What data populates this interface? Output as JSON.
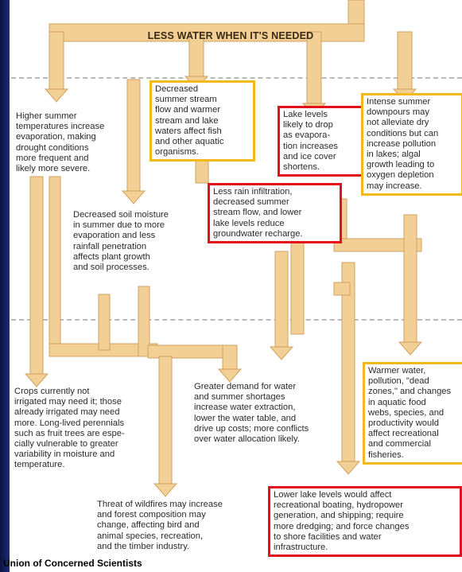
{
  "banner": "LESS WATER WHEN IT'S NEEDED",
  "boxes": {
    "higher_temps": "Higher summer\ntemperatures increase\nevaporation, making\ndrought conditions\nmore frequent and\nlikely more severe.",
    "stream_flow": "Decreased\nsummer stream\nflow and warmer\nstream and lake\nwaters affect fish\nand other aquatic\norganisms.",
    "lake_levels": "Lake levels\nlikely to drop\nas evapora-\ntion increases\nand ice cover\nshortens.",
    "downpours": "Intense summer\ndownpours may\nnot alleviate dry\nconditions but can\nincrease pollution\nin lakes; algal\ngrowth leading to\noxygen depletion\nmay increase.",
    "infiltration": "Less rain infiltration,\ndecreased summer\nstream flow, and lower\nlake levels reduce\ngroundwater recharge.",
    "soil_moisture": "Decreased soil moisture\nin summer due to more\nevaporation and less\nrainfall penetration\naffects plant growth\nand soil processes.",
    "warmer_water": "Warmer water,\npollution, \"dead\nzones,\" and changes\nin aquatic food\nwebs, species, and\nproductivity would\naffect recreational\nand commercial\nfisheries.",
    "crops": "Crops currently not\nirrigated may need it; those\nalready irrigated may need\nmore. Long-lived perennials\nsuch as fruit trees are espe-\ncially vulnerable to greater\nvariability in moisture and\ntemperature.",
    "water_demand": "Greater demand for water\nand summer shortages\nincrease water extraction,\nlower the water table, and\ndrive up costs; more conflicts\nover water allocation likely.",
    "wildfires": "Threat of wildfires may increase\nand forest composition may\nchange, affecting bird and\nanimal species, recreation,\nand the timber industry.",
    "lower_lake": "Lower lake levels would affect\nrecreational boating, hydropower\ngeneration, and shipping; require\nmore dredging; and force changes\nto shore facilities and water\ninfrastructure."
  },
  "credit": "Union of Concerned Scientists",
  "colors": {
    "arrow_fill": "#f2cf94",
    "arrow_stroke": "#d2a260",
    "highlight_yellow": "#f3b81c",
    "highlight_red": "#e3111b",
    "left_band": "#16226a"
  }
}
